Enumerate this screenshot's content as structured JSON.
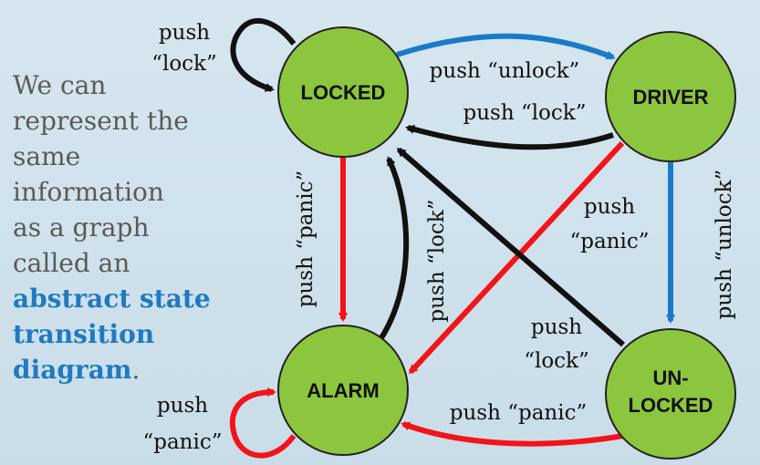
{
  "description_lines": [
    "We can",
    "represent the",
    "same",
    "information",
    "as a graph",
    "called an"
  ],
  "emphasis_lines": [
    "abstract state",
    "transition",
    "diagram"
  ],
  "emphasis_suffix": ".",
  "colors": {
    "node_fill": "#8cc63f",
    "node_stroke": "#222222",
    "blue": "#1b7ac8",
    "red": "#f2131b",
    "black": "#111111",
    "text_gray": "#5a5a5a",
    "emphasis": "#1f7ac0"
  },
  "nodes": {
    "locked": "LOCKED",
    "driver": "DRIVER",
    "alarm": "ALARM",
    "unlocked_line1": "UN-",
    "unlocked_line2": "LOCKED"
  },
  "edges": {
    "locked_self": [
      "push",
      "“lock”"
    ],
    "locked_to_driver": "push “unlock”",
    "driver_to_locked": "push “lock”",
    "locked_to_alarm": "push “panic”",
    "alarm_to_locked": "push “lock”",
    "driver_to_alarm": [
      "push",
      "“panic”"
    ],
    "driver_to_unlocked": "push “unlock”",
    "unlocked_to_locked": [
      "push",
      "“lock”"
    ],
    "unlocked_to_alarm": "push “panic”",
    "alarm_self": [
      "push",
      "“panic”"
    ]
  }
}
